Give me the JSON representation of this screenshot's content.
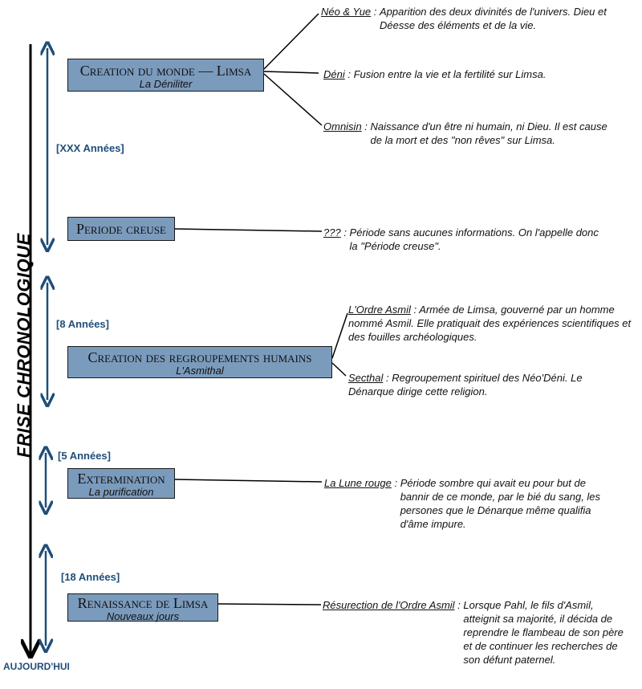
{
  "vertical_title": "FRISE CHRONOLOGIQUE",
  "end_label": "AUJOURD'HUI",
  "colors": {
    "box": "#7b9bbd",
    "arrow": "#1f4e79",
    "duration_text": "#1f4e79"
  },
  "eras": [
    {
      "title": "Creation du monde — Limsa",
      "subtitle": "La Déniliter"
    },
    {
      "title": "Periode creuse",
      "subtitle": ""
    },
    {
      "title": "Creation des regroupements humains",
      "subtitle": "L'Asmithal"
    },
    {
      "title": "Extermination",
      "subtitle": "La purification"
    },
    {
      "title": "Renaissance de Limsa",
      "subtitle": "Nouveaux jours"
    }
  ],
  "durations": [
    "[XXX Années]",
    "[8 Années]",
    "[5 Années]",
    "[18 Années]"
  ],
  "events": [
    {
      "term": "Néo & Yue",
      "sep": " : ",
      "desc": "Apparition des deux divinités de l'univers. Dieu et Déesse des éléments et de la vie."
    },
    {
      "term": "Déni",
      "sep": " : ",
      "desc": "Fusion entre la vie et la fertilité sur Limsa."
    },
    {
      "term": "Omnisin",
      "sep": " : ",
      "desc": "Naissance d'un être ni humain, ni Dieu. Il est cause de la mort et des \"non rêves\" sur Limsa."
    },
    {
      "term": "???",
      "sep": " : ",
      "desc": "Période sans aucunes informations. On l'appelle donc la \"Période creuse\"."
    },
    {
      "term": "L'Ordre Asmil",
      "sep": " : ",
      "desc": "Armée de Limsa, gouverné par un homme nommé Asmil. Elle pratiquait des expériences scientifiques et des fouilles archéologiques."
    },
    {
      "term": "Secthal",
      "sep": " : ",
      "desc": "Regroupement spirituel des Néo'Déni. Le Dénarque dirige cette religion."
    },
    {
      "term": "La Lune rouge",
      "sep": " : ",
      "desc": "Période sombre qui avait eu pour but de bannir de ce monde, par le bié du sang, les persones que le Dénarque même qualifia d'âme impure."
    },
    {
      "term": "Résurection de l'Ordre Asmil",
      "sep": " : ",
      "desc": "Lorsque Pahl, le fils d'Asmil, atteignit sa majorité, il décida de reprendre le flambeau de son père et de continuer les recherches de son défunt paternel."
    }
  ]
}
